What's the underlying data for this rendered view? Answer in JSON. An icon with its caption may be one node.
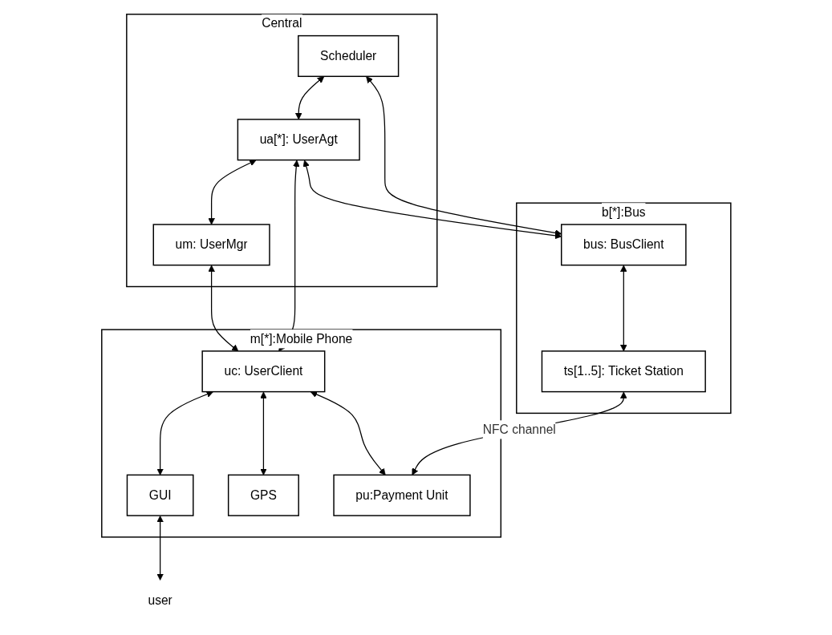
{
  "diagram": {
    "nodes": [
      {
        "text": [
          "Central"
        ]
      },
      {
        "text": [
          "Scheduler"
        ],
        "in": 0
      },
      {
        "text": [
          "ua[*]: UserAgt"
        ],
        "in": 0
      },
      {
        "text": [
          "um: UserMgr"
        ],
        "in": 0
      },
      {
        "text": [
          "b[*]:Bus"
        ]
      },
      {
        "text": [
          "bus: BusClient"
        ],
        "in": 4
      },
      {
        "text": [
          "ts[1..5]: Ticket Station"
        ],
        "in": 4
      },
      {
        "text": [
          "m[*]:Mobile Phone"
        ]
      },
      {
        "text": [
          "uc: UserClient"
        ],
        "in": 7
      },
      {
        "text": [
          "GUI"
        ],
        "in": 7
      },
      {
        "text": [
          "GPS"
        ],
        "in": 7
      },
      {
        "text": [
          "pu:Payment Unit"
        ],
        "in": 7
      },
      {
        "text": [
          "user"
        ]
      }
    ],
    "edges": [
      {
        "from": 1,
        "to": 2,
        "arrow": "both"
      },
      {
        "from": 2,
        "to": 3,
        "arrow": "both"
      },
      {
        "from": 1,
        "to": 5,
        "arrow": "both"
      },
      {
        "from": 2,
        "to": 5,
        "arrow": "both"
      },
      {
        "from": 2,
        "to": 8,
        "arrow": "both"
      },
      {
        "from": 3,
        "to": 8,
        "arrow": "both"
      },
      {
        "from": 5,
        "to": 6,
        "arrow": "both"
      },
      {
        "from": 6,
        "to": 11,
        "arrow": "both",
        "label": "NFC channel"
      },
      {
        "from": 8,
        "to": 9,
        "arrow": "both"
      },
      {
        "from": 9,
        "to": 12,
        "arrow": "both"
      },
      {
        "from": 8,
        "to": 10,
        "arrow": "both"
      },
      {
        "from": 8,
        "to": 11,
        "arrow": "both"
      }
    ]
  }
}
